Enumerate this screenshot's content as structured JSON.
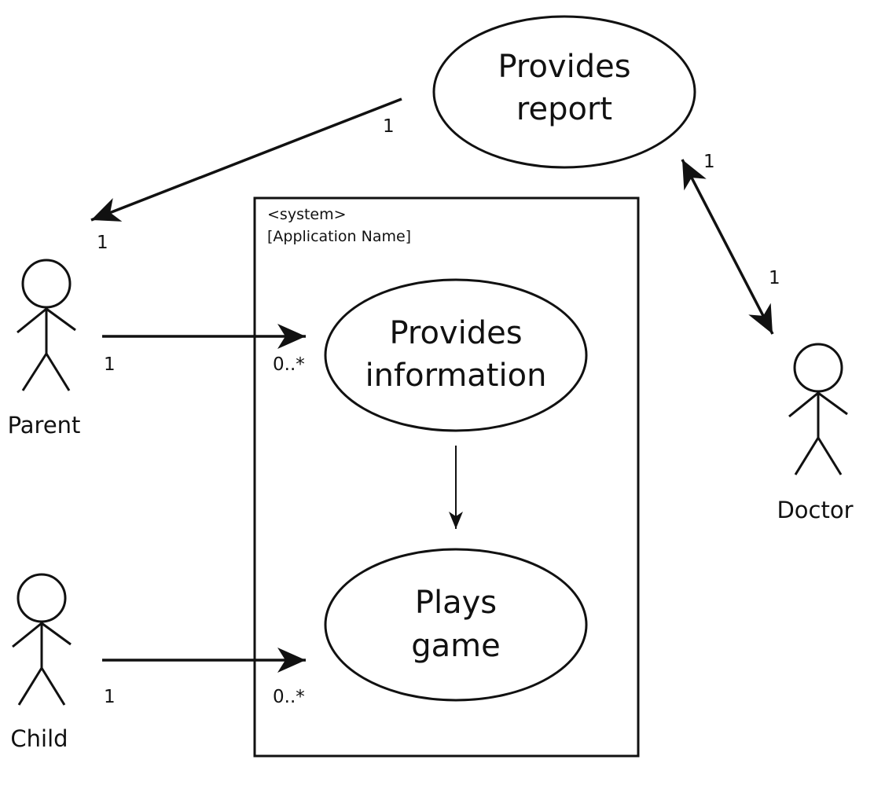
{
  "system": {
    "stereotype": "<system>",
    "name": "[Application Name]"
  },
  "use_cases": {
    "provides_report": {
      "line1": "Provides",
      "line2": "report"
    },
    "provides_information": {
      "line1": "Provides",
      "line2": "information"
    },
    "plays_game": {
      "line1": "Plays",
      "line2": "game"
    }
  },
  "actors": {
    "parent": "Parent",
    "child": "Child",
    "doctor": "Doctor"
  },
  "multiplicities": {
    "report_to_parent_source": "1",
    "report_to_parent_target": "1",
    "parent_to_info_source": "1",
    "parent_to_info_target": "0..*",
    "child_to_game_source": "1",
    "child_to_game_target": "0..*",
    "doctor_report_at_report": "1",
    "doctor_report_at_doctor": "1"
  },
  "colors": {
    "stroke": "#111111",
    "background": "#ffffff"
  }
}
